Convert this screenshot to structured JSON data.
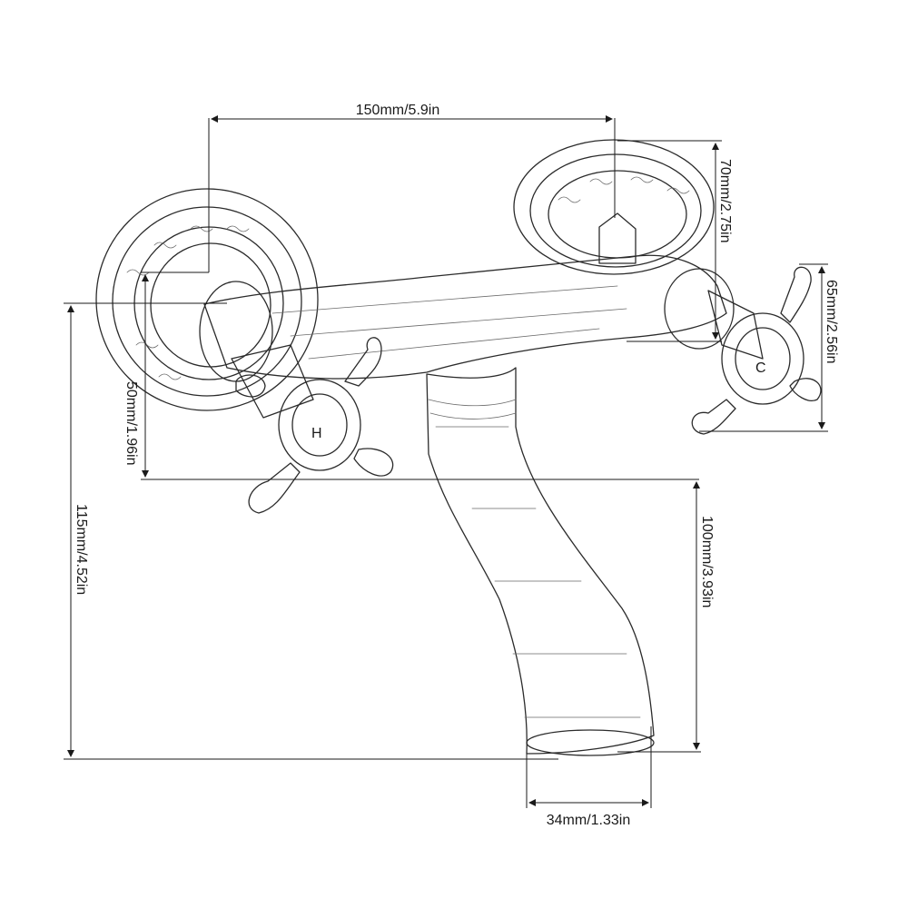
{
  "dimensions": {
    "center_distance": "150mm/5.9in",
    "right_height": "70mm/2.75in",
    "handle_span": "65mm/2.56in",
    "left_height": "50mm/1.96in",
    "total_height": "115mm/4.52in",
    "spout_drop": "100mm/3.93in",
    "spout_width": "34mm/1.33in"
  },
  "handles": {
    "left_mark": "H",
    "right_mark": "C"
  },
  "colors": {
    "line": "#2b2b2b",
    "background": "#ffffff"
  }
}
